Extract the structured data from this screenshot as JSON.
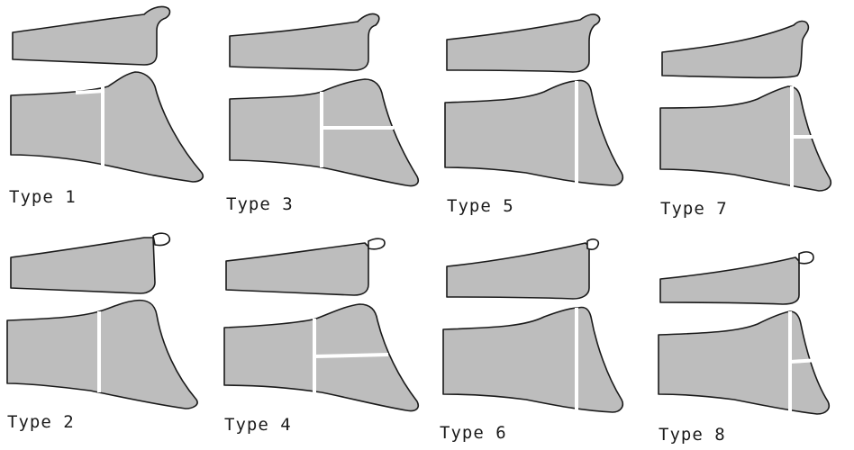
{
  "figure": {
    "panels": [
      {
        "label": "Type 1",
        "ulnar_styloid_fracture": false,
        "radial_fracture": "transverse-metaphyseal"
      },
      {
        "label": "Type 3",
        "ulnar_styloid_fracture": false,
        "radial_fracture": "transverse-with-longitudinal-split"
      },
      {
        "label": "Type 5",
        "ulnar_styloid_fracture": false,
        "radial_fracture": "intra-articular-transverse"
      },
      {
        "label": "Type 7",
        "ulnar_styloid_fracture": false,
        "radial_fracture": "intra-articular-comminuted"
      },
      {
        "label": "Type 2",
        "ulnar_styloid_fracture": true,
        "radial_fracture": "transverse-metaphyseal"
      },
      {
        "label": "Type 4",
        "ulnar_styloid_fracture": true,
        "radial_fracture": "transverse-with-longitudinal-split"
      },
      {
        "label": "Type 6",
        "ulnar_styloid_fracture": true,
        "radial_fracture": "intra-articular-transverse"
      },
      {
        "label": "Type 8",
        "ulnar_styloid_fracture": true,
        "radial_fracture": "intra-articular-comminuted"
      }
    ]
  }
}
